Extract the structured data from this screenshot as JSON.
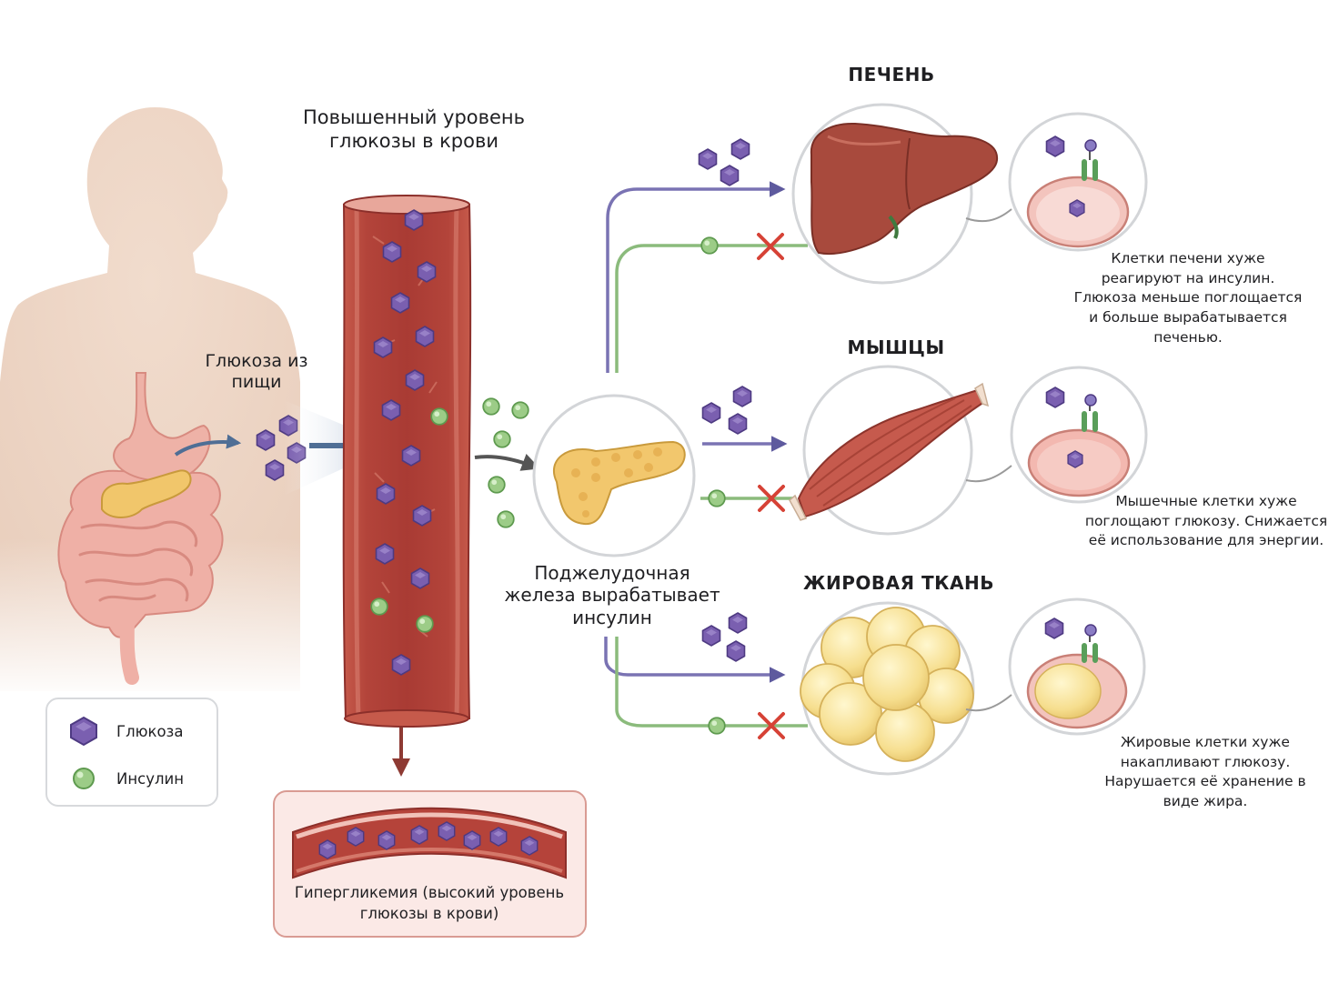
{
  "labels": {
    "blood_glucose": "Повышенный уровень глюкозы в крови",
    "food_glucose": "Глюкоза из пищи",
    "pancreas": "Поджелудочная железа вырабатывает инсулин",
    "hyperglycemia": "Гипергликемия (высокий уровень глюкозы в крови)"
  },
  "organs": {
    "liver": {
      "title": "ПЕЧЕНЬ",
      "description": "Клетки печени хуже реагируют на инсулин. Глюкоза меньше поглощается и больше вырабатывается печенью."
    },
    "muscle": {
      "title": "МЫШЦЫ",
      "description": "Мышечные клетки хуже поглощают глюкозу. Снижается её использование для энергии."
    },
    "fat": {
      "title": "ЖИРОВАЯ ТКАНЬ",
      "description": "Жировые клетки хуже накапливают глюкозу. Нарушается её хранение в виде жира."
    }
  },
  "legend": {
    "glucose": "Глюкоза",
    "insulin": "Инсулин"
  },
  "icons": [
    "human-body-icon",
    "stomach-icon",
    "pancreas-icon",
    "intestine-icon",
    "blood-vessel-icon",
    "liver-icon",
    "muscle-icon",
    "fat-cells-icon",
    "cell-icon",
    "insulin-receptor-icon",
    "block-x-icon"
  ],
  "colors": {
    "glucose": "#7a5fb0",
    "insulin": "#8fc27d",
    "vessel": "#b8483b",
    "blocked": "#d64236",
    "arrow_glucose": "#5e5a9e",
    "arrow_insulin": "#7bb06c"
  }
}
